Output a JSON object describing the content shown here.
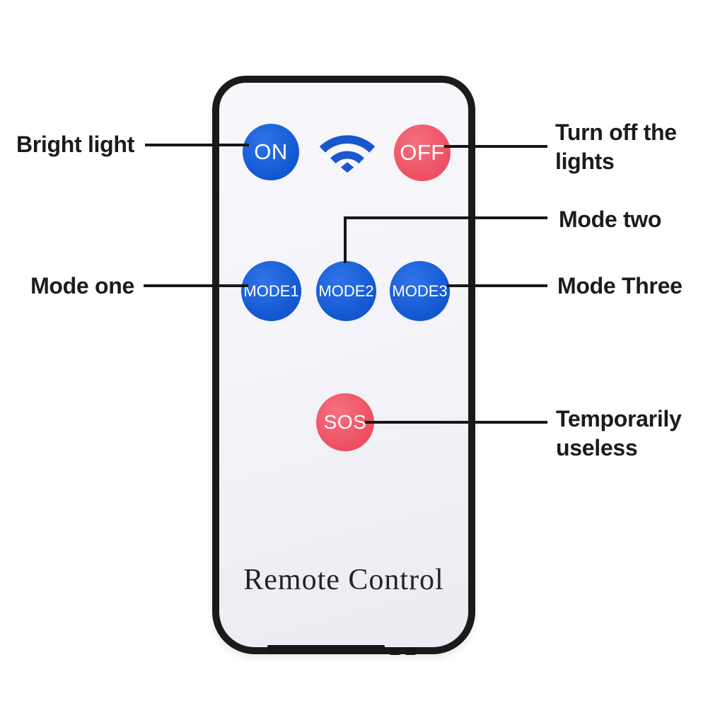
{
  "colors": {
    "button_blue": "#1257d0",
    "button_blue_light": "#2f74e8",
    "button_red": "#ee4f62",
    "button_red_light": "#f4707f",
    "wifi_blue": "#1a56cc",
    "line_color": "#161616",
    "label_text": "#1b1b1b",
    "remote_border": "#1a1a1a"
  },
  "remote": {
    "brand_label": "Remote Control",
    "buttons": {
      "on": "ON",
      "off": "OFF",
      "mode1": "MODE1",
      "mode2": "MODE2",
      "mode3": "MODE3",
      "sos": "SOS"
    },
    "icons": {
      "wifi": "wifi-signal-icon"
    }
  },
  "annotations": {
    "bright_light": "Bright light",
    "turn_off": "Turn off the lights",
    "mode_two": "Mode two",
    "mode_one": "Mode one",
    "mode_three": "Mode Three",
    "temporarily_useless": "Temporarily useless"
  }
}
